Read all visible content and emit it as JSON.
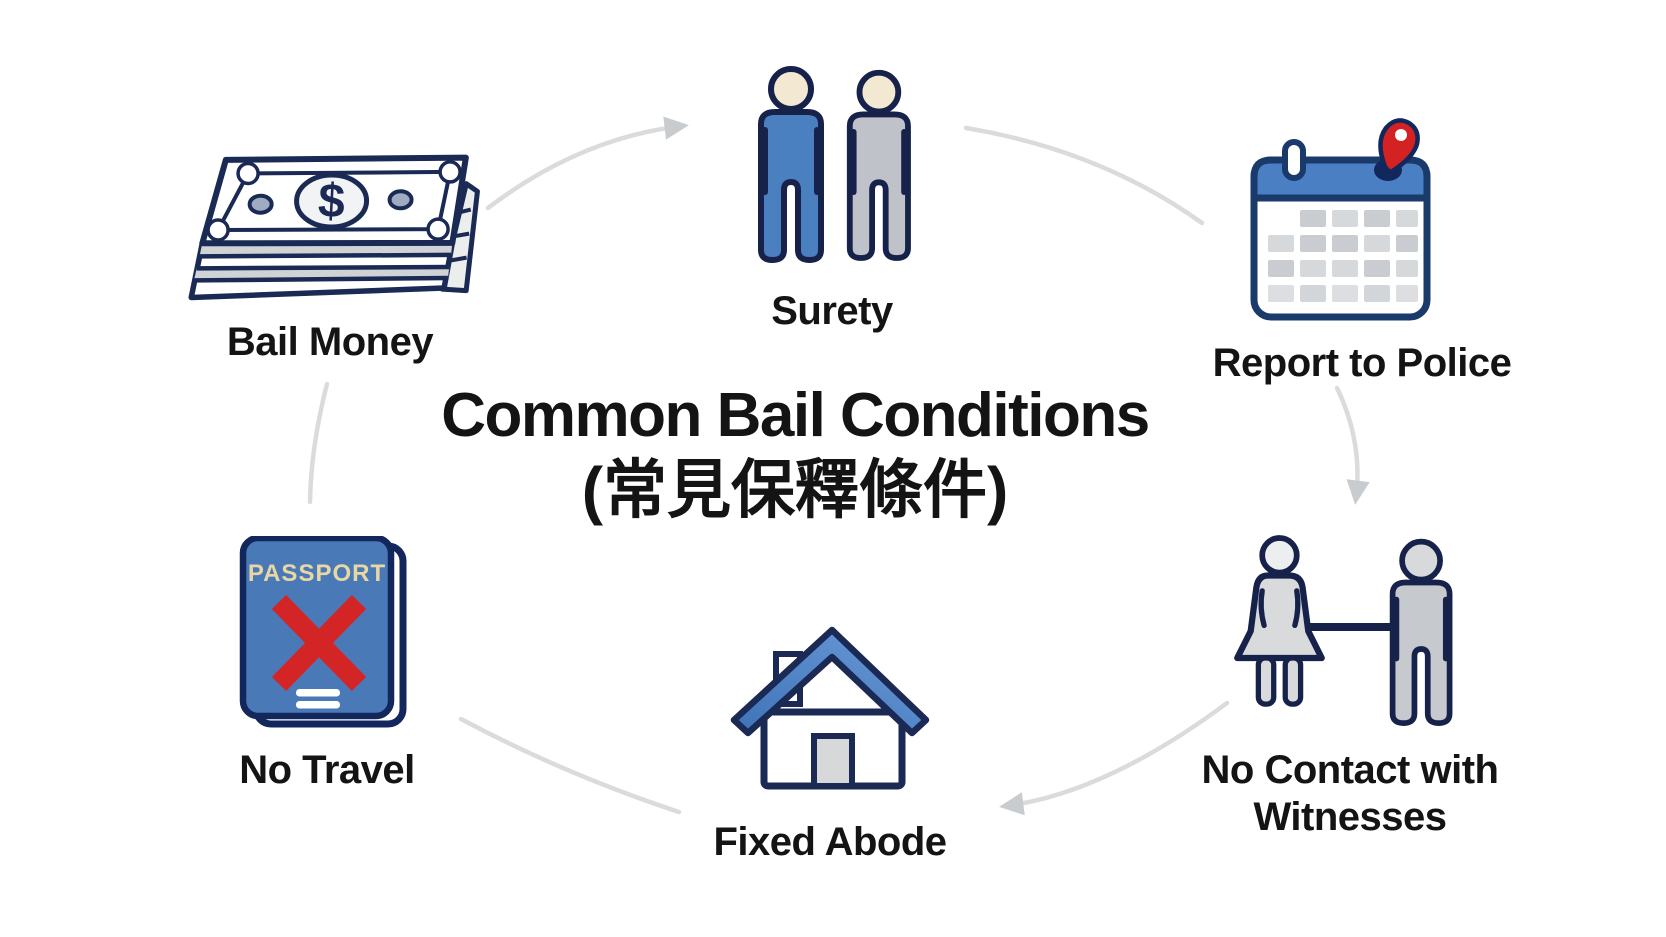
{
  "title": {
    "line1": "Common Bail Conditions",
    "line2": "(常見保釋條件)"
  },
  "nodes": [
    {
      "label": "Bail Money",
      "icon": "money-stack-icon"
    },
    {
      "label": "Surety",
      "icon": "two-people-icon"
    },
    {
      "label": "Report to Police",
      "icon": "calendar-reminder-icon"
    },
    {
      "label": "No Contact with Witnesses",
      "icon": "man-woman-separated-icon"
    },
    {
      "label": "Fixed Abode",
      "icon": "house-icon"
    },
    {
      "label": "No Travel",
      "icon": "passport-crossed-icon"
    }
  ],
  "icon_text": {
    "passport": "PASSPORT",
    "dollar": "$"
  },
  "colors": {
    "background": "#ffffff",
    "outline_navy": "#1a2a55",
    "primary_blue": "#4a7fc0",
    "roof_blue_light": "#5b8fd0",
    "roof_blue_dark": "#3e73b8",
    "figure_gray": "#c2c6cb",
    "light_fill_gray": "#d9dbdd",
    "cream_head": "#f3e8d2",
    "alert_red": "#d42222",
    "passport_gold": "#e9d7a3",
    "arrow_gray": "#dadbdc",
    "text_black": "#141414"
  }
}
